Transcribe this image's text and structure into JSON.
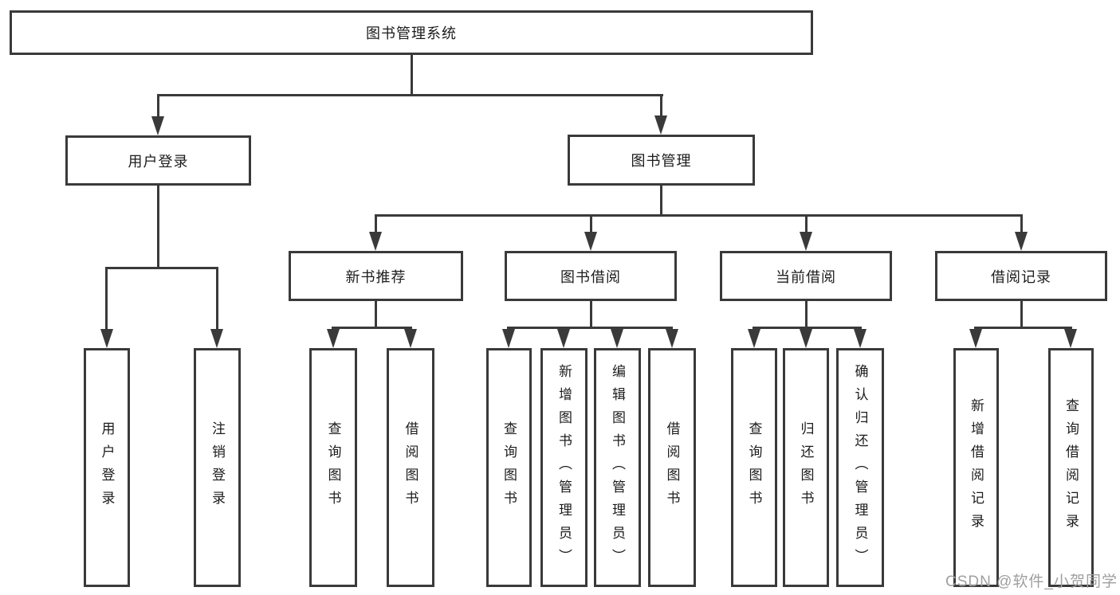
{
  "diagram": {
    "title": "图书管理系统",
    "root": {
      "label": "图书管理系统"
    },
    "level2": [
      {
        "label": "用户登录"
      },
      {
        "label": "图书管理"
      }
    ],
    "level3": [
      {
        "label": "新书推荐",
        "parent": "图书管理"
      },
      {
        "label": "图书借阅",
        "parent": "图书管理"
      },
      {
        "label": "当前借阅",
        "parent": "图书管理"
      },
      {
        "label": "借阅记录",
        "parent": "图书管理"
      }
    ],
    "leaves": [
      {
        "label": "用户登录",
        "parent": "用户登录"
      },
      {
        "label": "注销登录",
        "parent": "用户登录"
      },
      {
        "label": "查询图书",
        "parent": "新书推荐"
      },
      {
        "label": "借阅图书",
        "parent": "新书推荐"
      },
      {
        "label": "查询图书",
        "parent": "图书借阅"
      },
      {
        "label": "新增图书（管理员）",
        "parent": "图书借阅"
      },
      {
        "label": "编辑图书（管理员）",
        "parent": "图书借阅"
      },
      {
        "label": "借阅图书",
        "parent": "图书借阅"
      },
      {
        "label": "查询图书",
        "parent": "当前借阅"
      },
      {
        "label": "归还图书",
        "parent": "当前借阅"
      },
      {
        "label": "确认归还（管理员）",
        "parent": "当前借阅"
      },
      {
        "label": "新增借阅记录",
        "parent": "借阅记录"
      },
      {
        "label": "查询借阅记录",
        "parent": "借阅记录"
      }
    ]
  },
  "watermark": "CSDN @软件_小贺同学",
  "colors": {
    "line": "#3a3a3a",
    "text": "#1c1c1c",
    "watermark": "#9f9f9f",
    "background": "#ffffff"
  }
}
